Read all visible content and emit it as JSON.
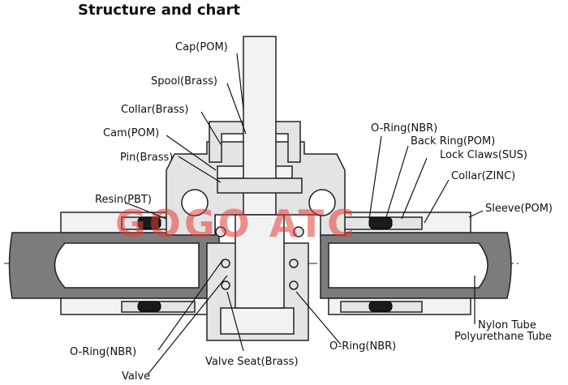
{
  "title": "Structure and chart",
  "watermark": "GOGO ATC",
  "labels": {
    "cap": "Cap(POM)",
    "spool": "Spool(Brass)",
    "collar_brass": "Collar(Brass)",
    "cam": "Cam(POM)",
    "pin": "Pin(Brass)",
    "resin": "Resin(PBT)",
    "oring_top": "O-Ring(NBR)",
    "back_ring": "Back Ring(POM)",
    "lock_claws": "Lock Claws(SUS)",
    "collar_zinc": "Collar(ZINC)",
    "sleeve": "Sleeve(POM)",
    "nylon_tube": "Nylon Tube",
    "pu_tube": "Polyurethane Tube",
    "oring_left": "O-Ring(NBR)",
    "valve_seat": "Valve Seat(Brass)",
    "oring_right": "O-Ring(NBR)",
    "valve": "Valve"
  }
}
